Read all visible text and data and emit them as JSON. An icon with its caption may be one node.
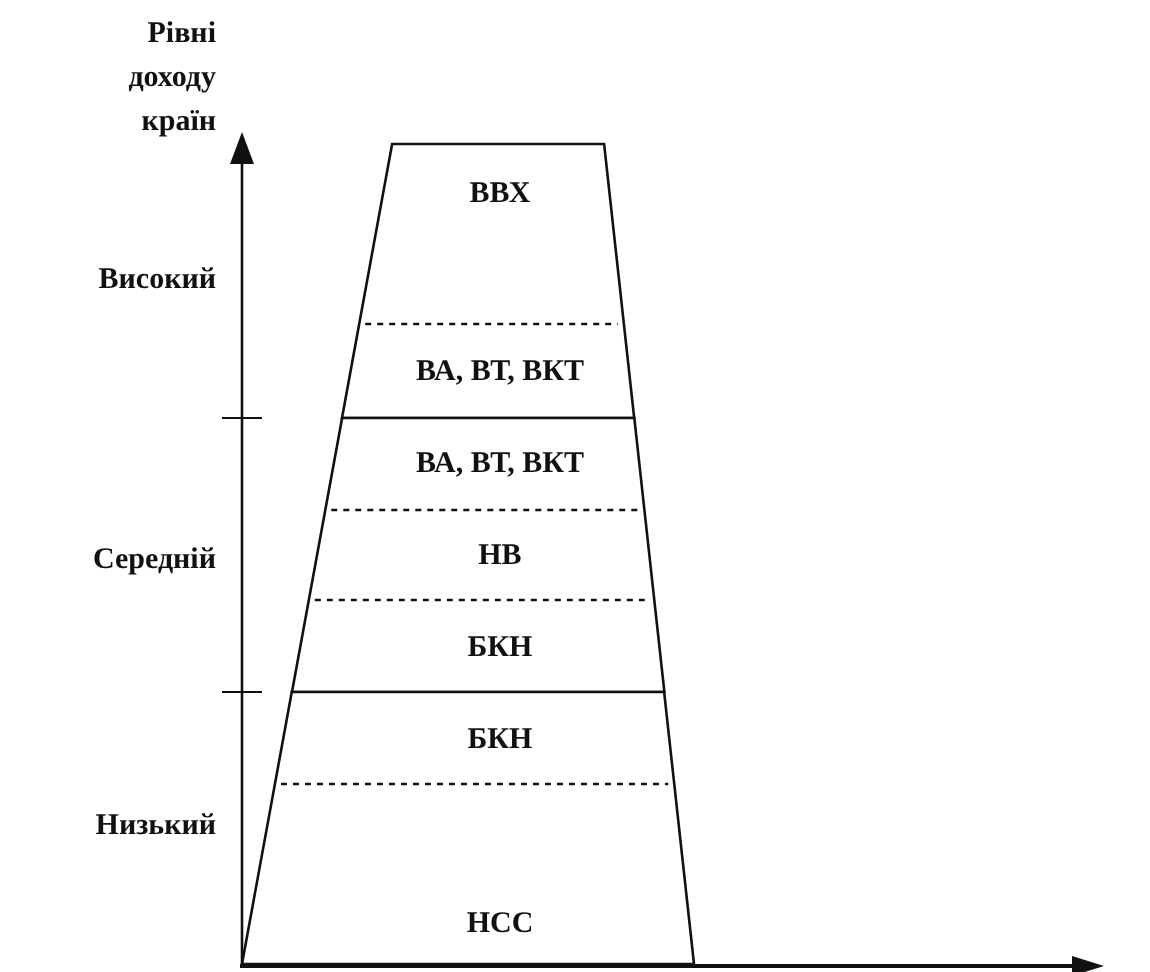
{
  "diagram": {
    "nodes": [
      {
        "text": [
          "ВВХ",
          "ВА, ВТ, ВКТ"
        ]
      },
      {
        "text": [
          "ВА, ВТ, ВКТ",
          "НВ",
          "БКН"
        ]
      },
      {
        "text": [
          "БКН",
          "НСС"
        ]
      }
    ],
    "labels": [
      "Рівні доходу країн",
      "Високий",
      "Середній",
      "Низький"
    ]
  }
}
